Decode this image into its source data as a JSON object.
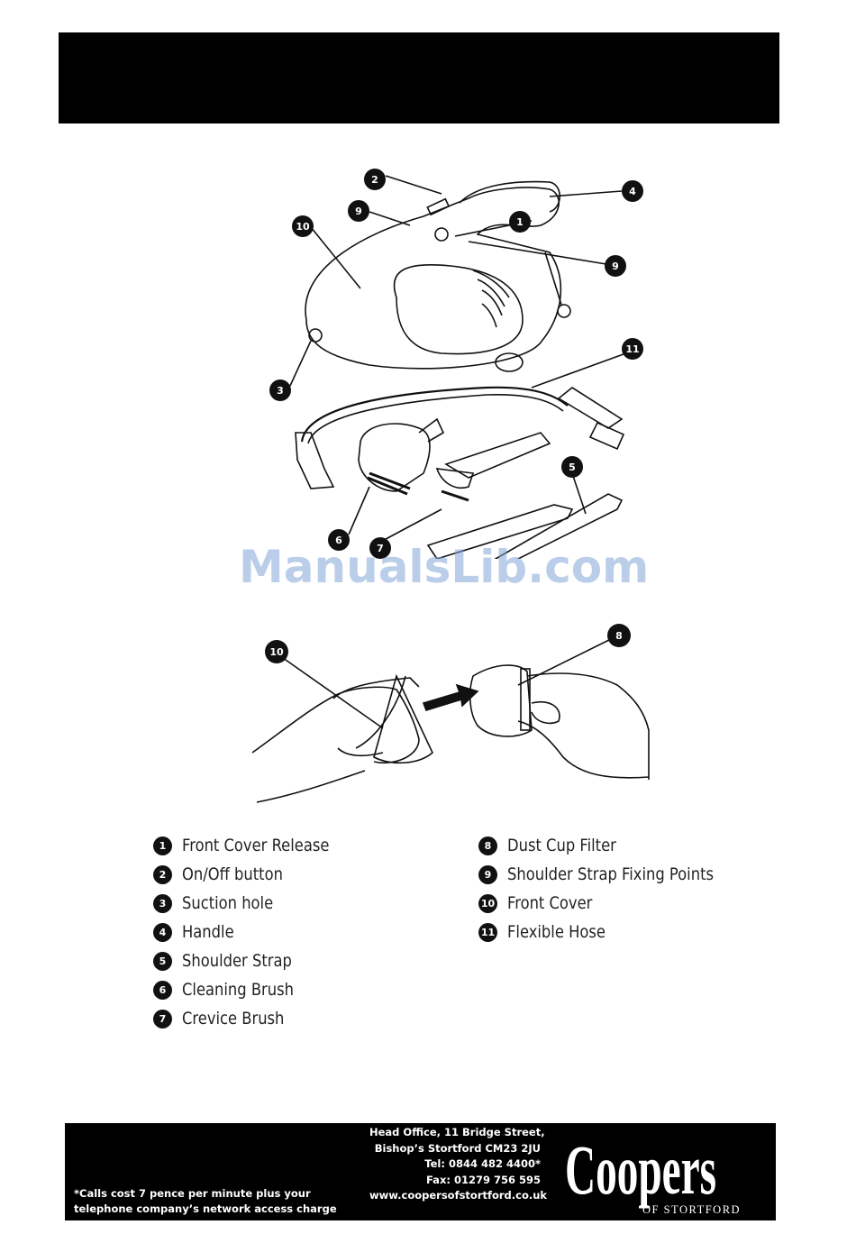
{
  "watermark": "ManualsLib.com",
  "diagram": {
    "callouts_top": [
      "2",
      "9",
      "10",
      "1",
      "4",
      "9",
      "3",
      "11",
      "5",
      "6",
      "7"
    ],
    "callouts_bottom": [
      "10",
      "8"
    ]
  },
  "legend": {
    "left": [
      {
        "num": "1",
        "label": "Front Cover Release"
      },
      {
        "num": "2",
        "label": "On/Off button"
      },
      {
        "num": "3",
        "label": "Suction hole"
      },
      {
        "num": "4",
        "label": "Handle"
      },
      {
        "num": "5",
        "label": "Shoulder Strap"
      },
      {
        "num": "6",
        "label": "Cleaning Brush"
      },
      {
        "num": "7",
        "label": "Crevice Brush"
      }
    ],
    "right": [
      {
        "num": "8",
        "label": "Dust Cup Filter"
      },
      {
        "num": "9",
        "label": "Shoulder Strap Fixing Points"
      },
      {
        "num": "10",
        "label": "Front Cover"
      },
      {
        "num": "11",
        "label": "Flexible Hose"
      }
    ]
  },
  "footer": {
    "address": [
      "Head Office, 11 Bridge Street,",
      "Bishop’s Stortford  CM23 2JU",
      "Tel: 0844 482 4400*",
      "Fax: 01279 756 595",
      "www.coopersofstortford.co.uk"
    ],
    "note_line1": "*Calls cost 7 pence per minute plus your",
    "note_line2": "telephone company’s  network access charge",
    "logo_text": "Coopers",
    "logo_sub": "OF STORTFORD"
  }
}
